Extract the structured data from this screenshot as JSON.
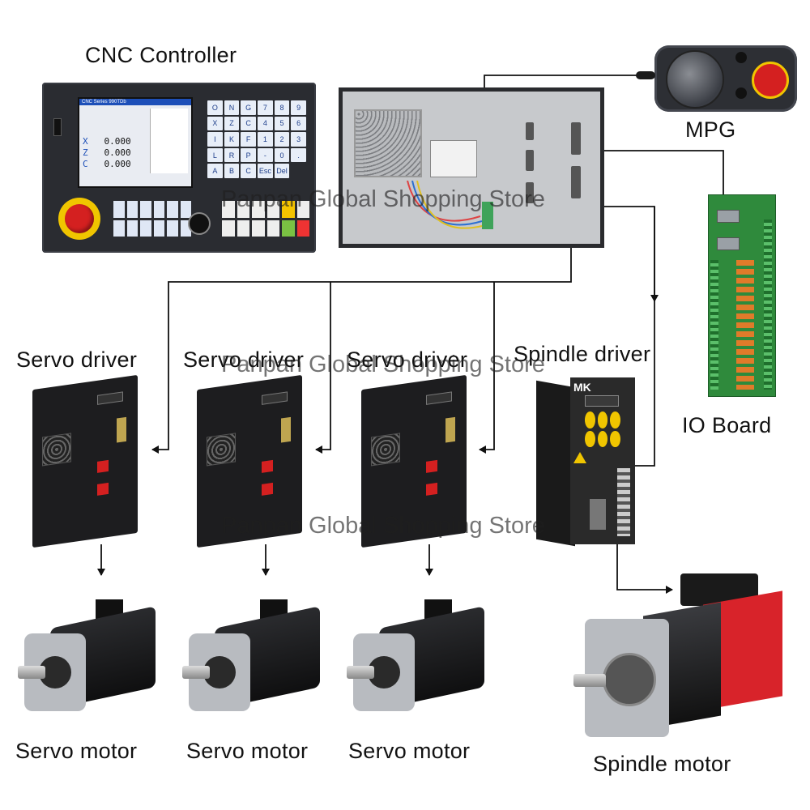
{
  "labels": {
    "cnc_controller": "CNC Controller",
    "mpg": "MPG",
    "io_board": "IO Board",
    "servo_driver_1": "Servo driver",
    "servo_driver_2": "Servo driver",
    "servo_driver_3": "Servo driver",
    "spindle_driver": "Spindle driver",
    "servo_motor_1": "Servo motor",
    "servo_motor_2": "Servo motor",
    "servo_motor_3": "Servo motor",
    "spindle_motor": "Spindle motor"
  },
  "watermark": {
    "text_1": "Panpan Global Shopping Store",
    "text_2": "Panpan Global Shopping Store",
    "text_3": "Panpan Global Shopping Store"
  },
  "cnc_screen": {
    "title": "CNC Series 990TDb",
    "axis_x": "X",
    "axis_z": "Z",
    "axis_c": "C",
    "value_x": "0.000",
    "value_z": "0.000",
    "value_c": "0.000"
  },
  "cnc_keys": [
    "O",
    "N",
    "G",
    "7",
    "8",
    "9",
    "X",
    "Z",
    "C",
    "4",
    "5",
    "6",
    "I",
    "K",
    "F",
    "1",
    "2",
    "3",
    "L",
    "R",
    "P",
    "-",
    "0",
    ".",
    "A",
    "B",
    "C",
    "Esc",
    "Del"
  ],
  "spindle_brand": "MK",
  "colors": {
    "wire": "#111111",
    "servo_body": "#1d1d1f",
    "spindle_red": "#d8232a",
    "io_green": "#2f8a3c",
    "estop_red": "#d42020",
    "cnc_screen_blue": "#1d4fb8"
  }
}
